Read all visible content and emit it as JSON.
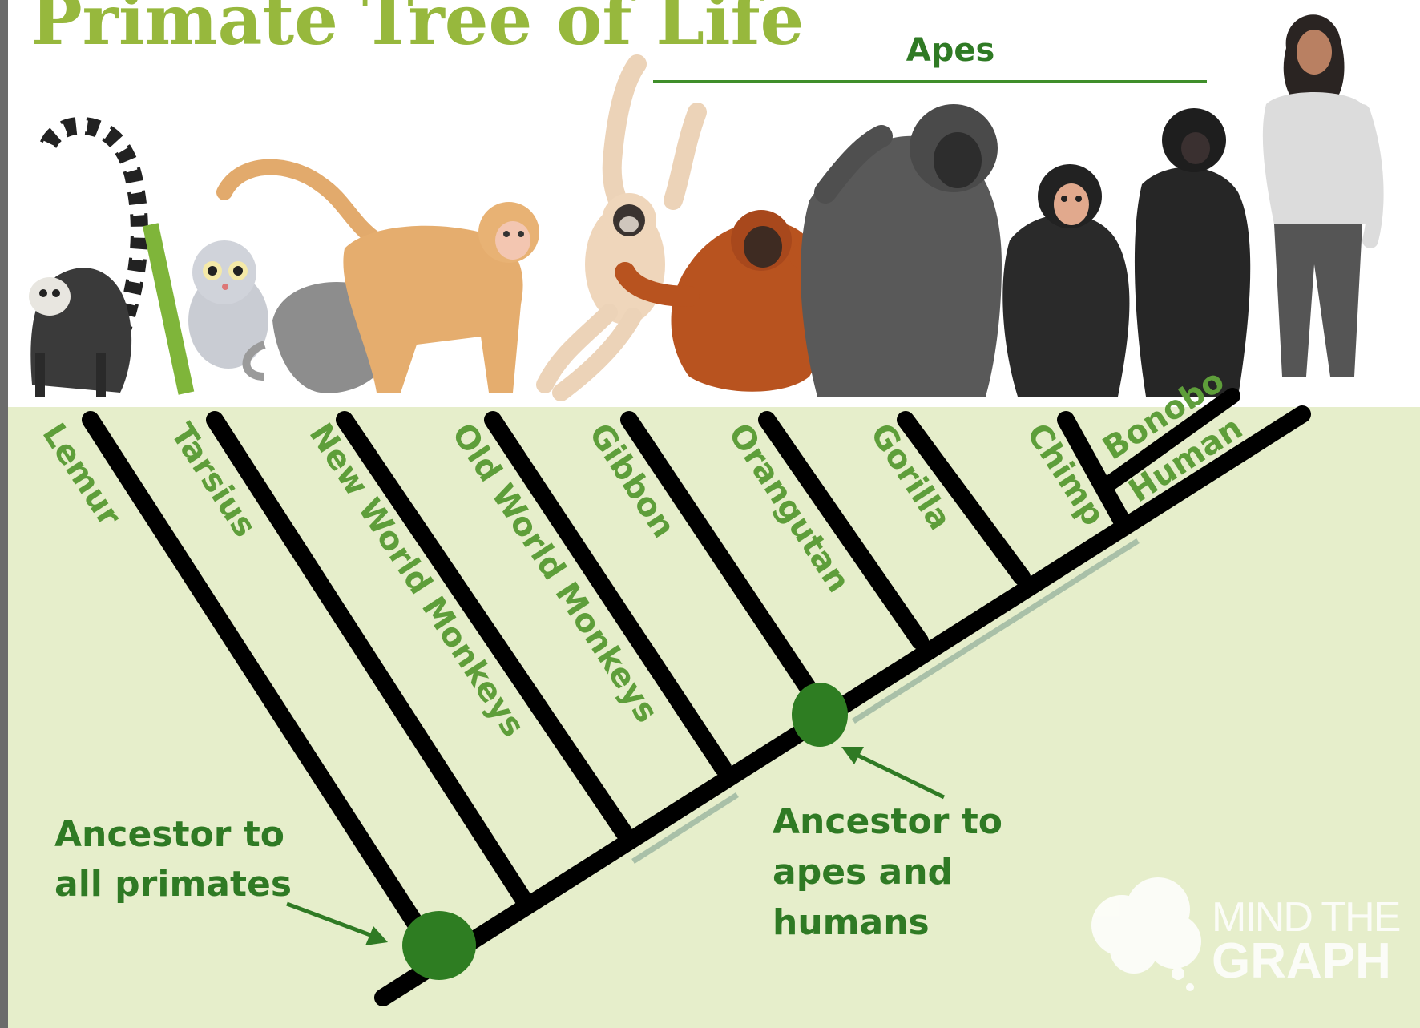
{
  "title": "Primate Tree of Life",
  "apes_label": "Apes",
  "taxa": [
    "Lemur",
    "Tarsius",
    "New World Monkeys",
    "Old World Monkeys",
    "Gibbon",
    "Orangutan",
    "Gorilla",
    "Chimp",
    "Bonobo",
    "Human"
  ],
  "annotations": {
    "primates_line1": "Ancestor to",
    "primates_line2": "all primates",
    "apes_line1": "Ancestor to",
    "apes_line2": "apes and",
    "apes_line3": "humans"
  },
  "watermark": {
    "line1": "MIND THE",
    "line2": "GRAPH"
  },
  "colors": {
    "background_lower": "#e6eecb",
    "label_green": "#5e9e3a",
    "dark_green": "#2f7a24",
    "title_green": "#97b83d",
    "branch": "#000000",
    "node": "#2e7d22"
  },
  "icons": [
    "lemur-figure",
    "tarsier-figure",
    "marmoset-figure",
    "macaque-figure",
    "gibbon-figure",
    "orangutan-figure",
    "gorilla-figure",
    "chimp-figure",
    "bonobo-figure",
    "human-figure",
    "brain-logo-icon"
  ]
}
